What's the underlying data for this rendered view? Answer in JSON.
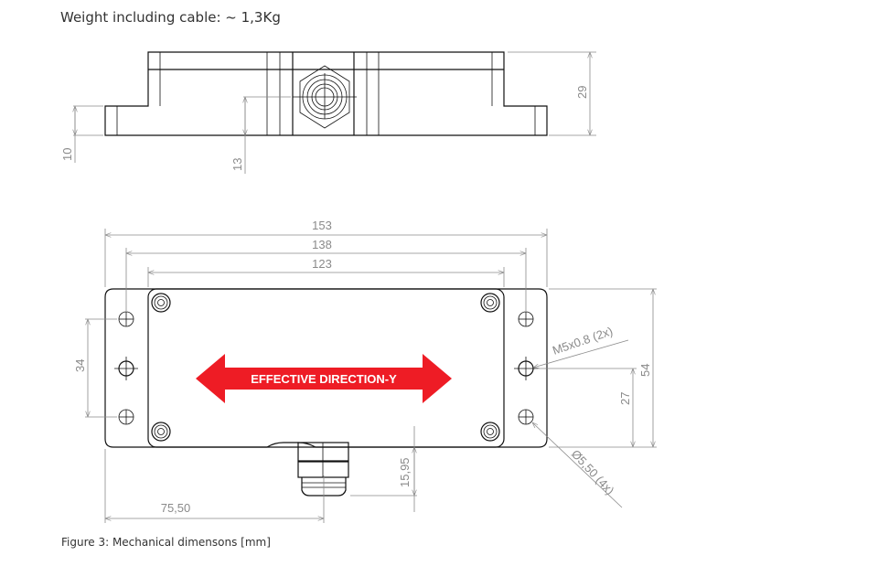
{
  "heading": "Weight including cable: ~ 1,3Kg",
  "caption": "Figure 3: Mechanical dimensons [mm]",
  "colors": {
    "arrow": "#ee1c25",
    "outline": "#111111",
    "dimension": "#8a8a8a"
  },
  "side_view": {
    "dimensions": {
      "height_total": "29",
      "flange_height": "10",
      "gland_height": "13"
    }
  },
  "top_view": {
    "arrow_label": "EFFECTIVE DIRECTION-Y",
    "dimensions": {
      "overall_length": "153",
      "hole_spacing": "138",
      "body_length": "123",
      "hole_pitch_vertical": "34",
      "overall_width": "54",
      "center_height": "27",
      "gland_offset": "15,95",
      "gland_position": "75,50",
      "thread_callout": "M5x0.8 (2x)",
      "hole_callout": "Ø5,50 (4x)"
    }
  }
}
